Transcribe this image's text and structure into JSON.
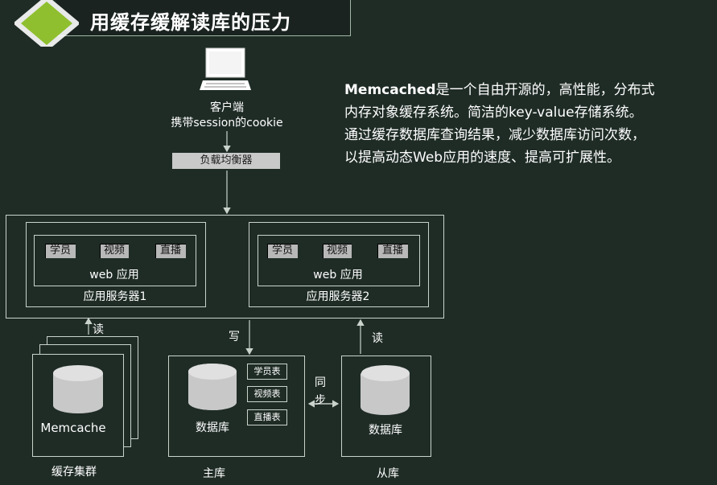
{
  "slide": {
    "title": "用缓存缓解读库的压力"
  },
  "intro": {
    "brand": "Memcached",
    "line1_rest": "是一个自由开源的，高性能，分布式",
    "line2": "内存对象缓存系统。简洁的key-value存储系统。",
    "line3": "通过缓存数据库查询结果，减少数据库访问次数，",
    "line4": "以提高动态Web应用的速度、提高可扩展性。"
  },
  "client": {
    "label": "客户端",
    "sublabel": "携带session的cookie"
  },
  "load_balancer": {
    "label": "负载均衡器"
  },
  "servers": [
    {
      "tags": [
        "学员",
        "视频",
        "直播"
      ],
      "app": "web 应用",
      "name": "应用服务器1"
    },
    {
      "tags": [
        "学员",
        "视频",
        "直播"
      ],
      "app": "web 应用",
      "name": "应用服务器2"
    }
  ],
  "arrows": {
    "read_left": "读",
    "write": "写",
    "read_right": "读",
    "sync": "同步"
  },
  "cache": {
    "inner": "Memcache",
    "caption": "缓存集群"
  },
  "master": {
    "db": "数据库",
    "tables": [
      "学员表",
      "视频表",
      "直播表"
    ],
    "caption": "主库"
  },
  "slave": {
    "db": "数据库",
    "caption": "从库"
  },
  "colors": {
    "background": "#1f2c26",
    "accent": "#8fbf2f",
    "line": "#c9d3cc"
  }
}
